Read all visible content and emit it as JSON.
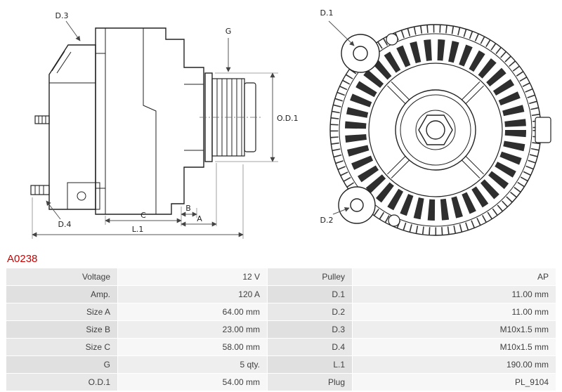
{
  "part_number": "A0238",
  "accent_color": "#cc0000",
  "diagram": {
    "labels": {
      "d3": "D.3",
      "g": "G",
      "od1": "O.D.1",
      "d4": "D.4",
      "c": "C",
      "b": "B",
      "a": "A",
      "l1": "L.1",
      "d1": "D.1",
      "d2": "D.2"
    }
  },
  "spec_table": {
    "left": [
      {
        "label": "Voltage",
        "value": "12 V"
      },
      {
        "label": "Amp.",
        "value": "120 A"
      },
      {
        "label": "Size A",
        "value": "64.00 mm"
      },
      {
        "label": "Size B",
        "value": "23.00 mm"
      },
      {
        "label": "Size C",
        "value": "58.00 mm"
      },
      {
        "label": "G",
        "value": "5 qty."
      },
      {
        "label": "O.D.1",
        "value": "54.00 mm"
      }
    ],
    "right": [
      {
        "label": "Pulley",
        "value": "AP"
      },
      {
        "label": "D.1",
        "value": "11.00 mm"
      },
      {
        "label": "D.2",
        "value": "11.00 mm"
      },
      {
        "label": "D.3",
        "value": "M10x1.5 mm"
      },
      {
        "label": "D.4",
        "value": "M10x1.5 mm"
      },
      {
        "label": "L.1",
        "value": "190.00 mm"
      },
      {
        "label": "Plug",
        "value": "PL_9104"
      }
    ]
  }
}
